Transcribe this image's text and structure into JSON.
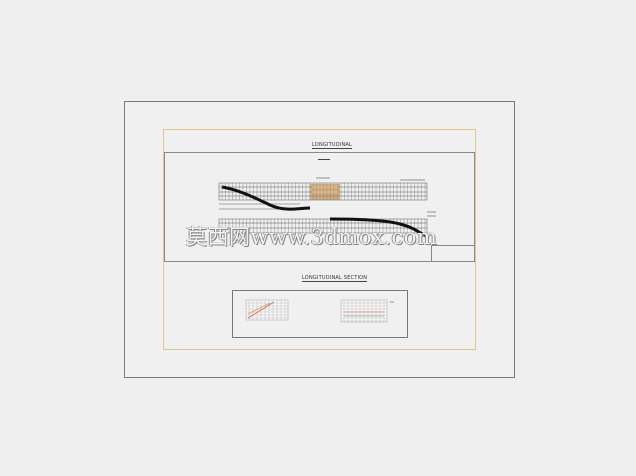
{
  "drawing": {
    "top_section_title": "LONGITUDINAL",
    "bottom_section_title": "LONGITUDINAL SECTION"
  },
  "watermark": {
    "text": "莫西网www.3dmox.com"
  },
  "colors": {
    "sheet_border": "#7a7a7a",
    "frame_border": "#e6c58a",
    "line": "#333333",
    "accent_orange": "#d9a05a",
    "accent_red": "#e25555",
    "accent_green": "#55aa55"
  }
}
